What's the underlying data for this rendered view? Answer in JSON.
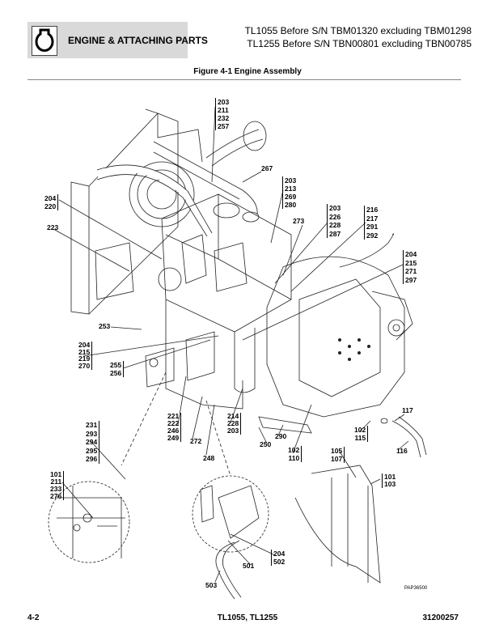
{
  "header": {
    "section_title": "ENGINE & ATTACHING PARTS",
    "applicability": [
      "TL1055 Before S/N TBM01320 excluding TBM01298",
      "TL1255 Before S/N TBN00801 excluding TBN00785"
    ],
    "section_icon": "engine-icon"
  },
  "figure": {
    "title": "Figure 4-1 Engine Assembly",
    "drawing_id": "PAP36500",
    "callouts": {
      "c1": "203\n211\n232\n257",
      "c2": "267",
      "c3": "203\n213\n269\n280",
      "c4": "204\n220",
      "c5": "223",
      "c6": "273",
      "c7": "203\n226\n228\n287",
      "c8": "216\n217\n291\n292",
      "c9": "204\n215\n271\n297",
      "c10": "253",
      "c11": "204\n215\n219\n270",
      "c12": "255\n256",
      "c13": "221\n222\n246\n249",
      "c14": "272",
      "c15": "214\n228\n203",
      "c16": "248",
      "c17": "250",
      "c18": "290",
      "c19": "102\n110",
      "c20": "117",
      "c21": "102\n115",
      "c22": "116",
      "c23": "105\n107",
      "c24": "231\n293\n294\n295\n296",
      "c25": "101\n211\n233\n276",
      "c26": "101\n103",
      "c27": "204\n502",
      "c28": "501",
      "c29": "503"
    }
  },
  "footer": {
    "page": "4-2",
    "models": "TL1055, TL1255",
    "doc_number": "31200257"
  }
}
